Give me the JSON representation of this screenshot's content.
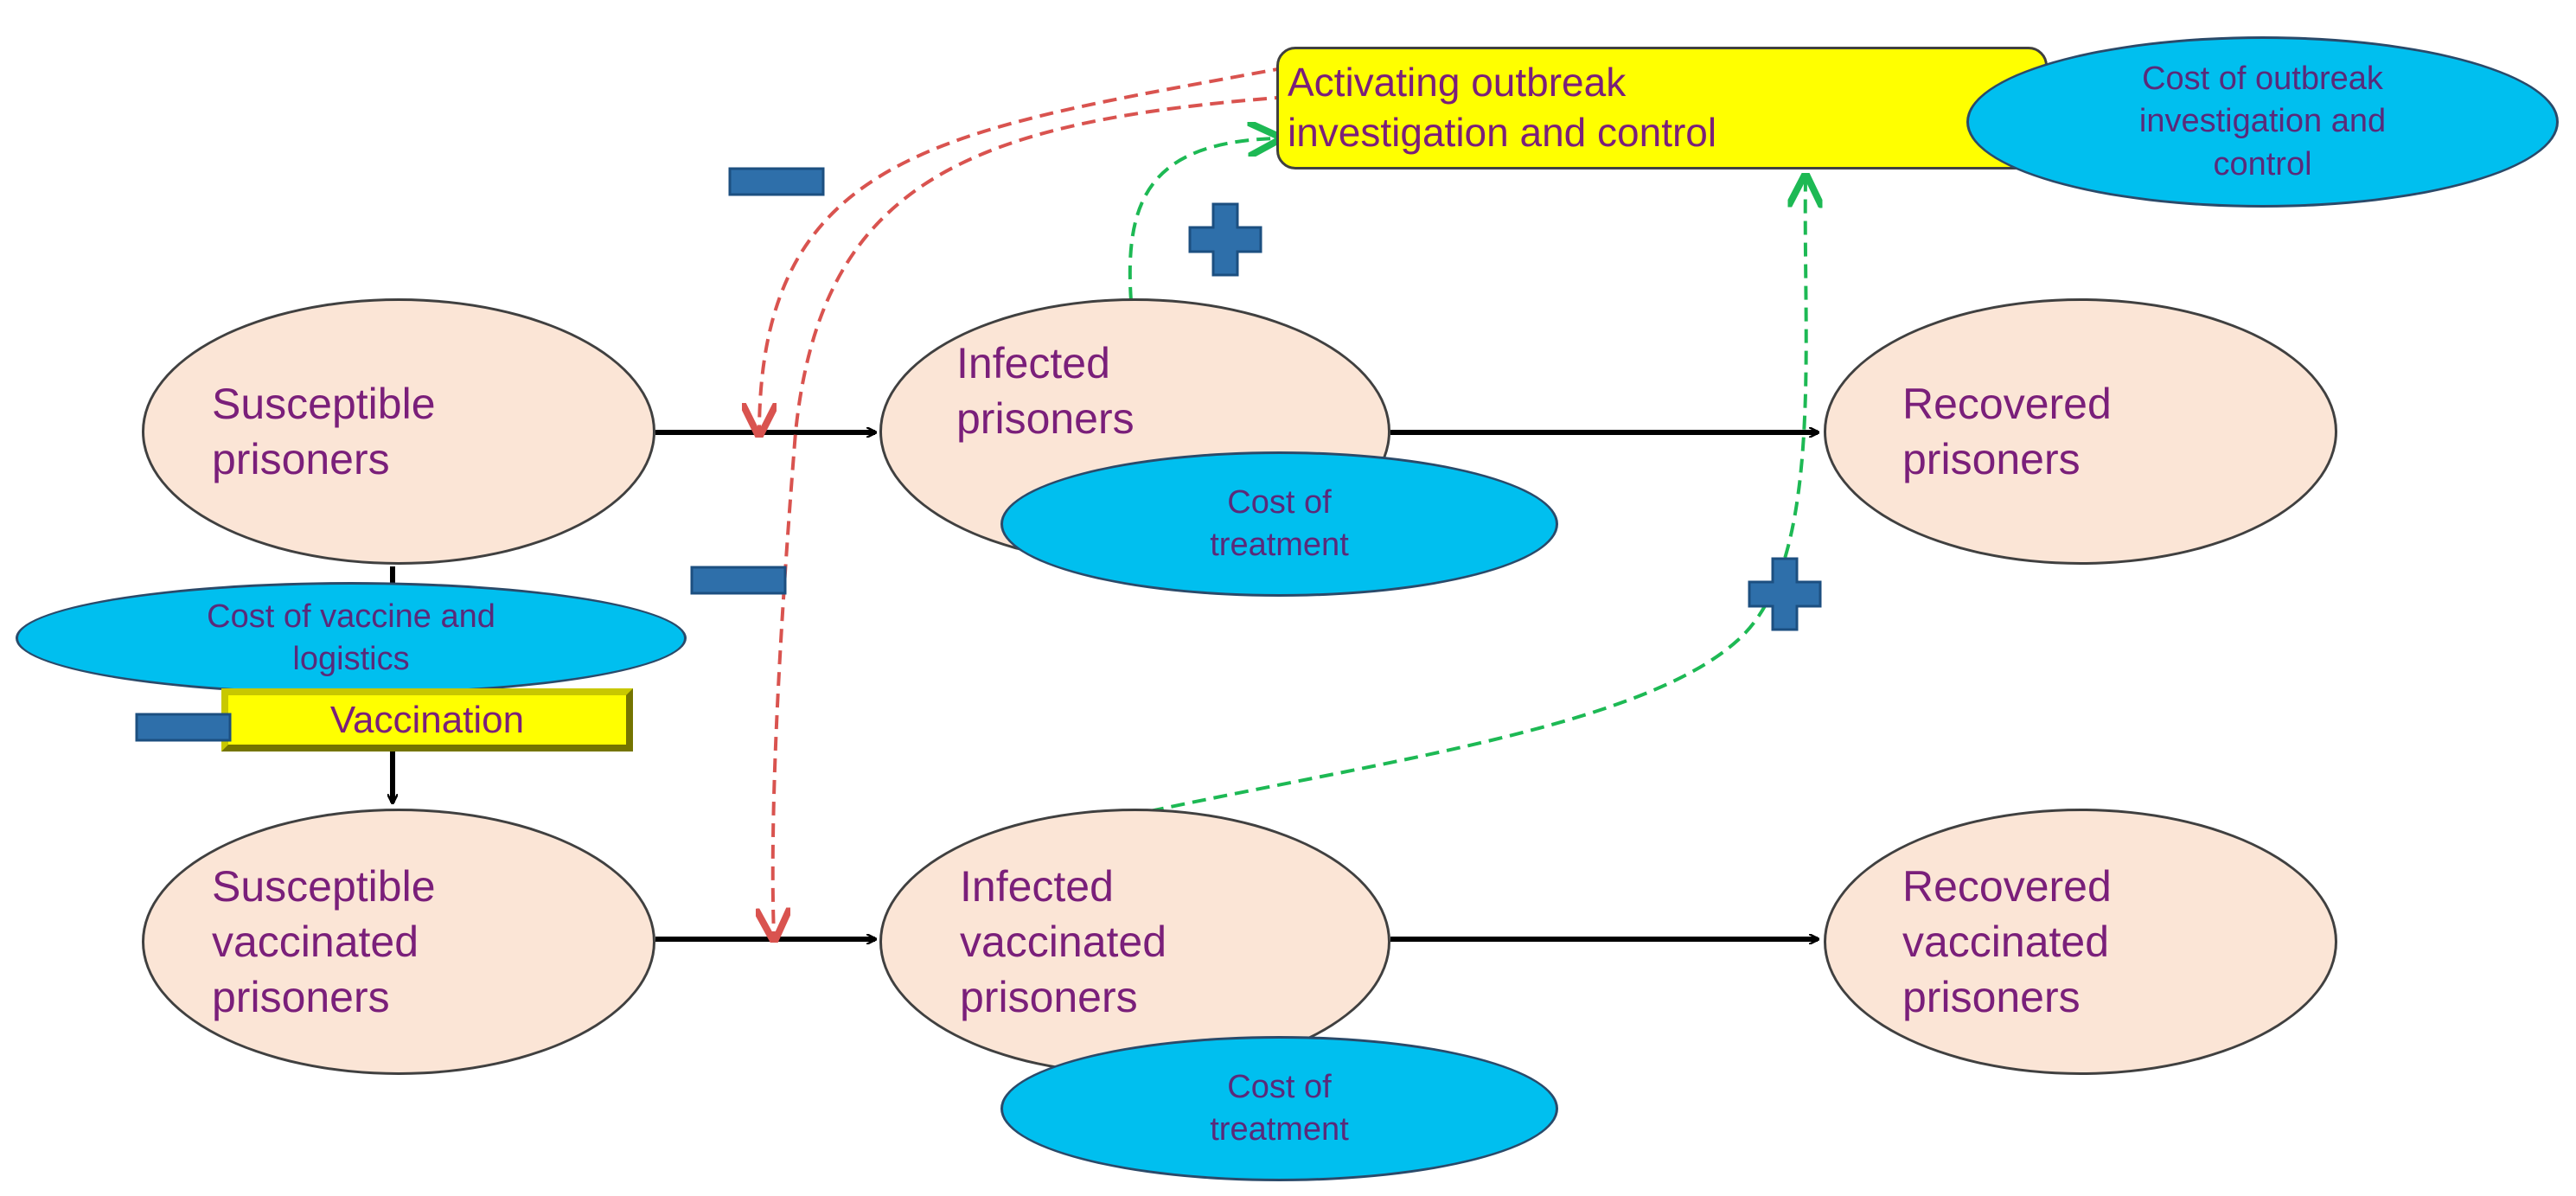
{
  "nodes": {
    "susceptible": {
      "line1": "Susceptible",
      "line2": "prisoners"
    },
    "infected": {
      "line1": "Infected",
      "line2": "prisoners"
    },
    "recovered": {
      "line1": "Recovered",
      "line2": "prisoners"
    },
    "susceptible_vaccinated": {
      "line1": "Susceptible",
      "line2": "vaccinated",
      "line3": "prisoners"
    },
    "infected_vaccinated": {
      "line1": "Infected",
      "line2": "vaccinated",
      "line3": "prisoners"
    },
    "recovered_vaccinated": {
      "line1": "Recovered",
      "line2": "vaccinated",
      "line3": "prisoners"
    }
  },
  "costs": {
    "outbreak": {
      "line1": "Cost of outbreak",
      "line2": "investigation and",
      "line3": "control"
    },
    "treatment_top": {
      "line1": "Cost of",
      "line2": "treatment"
    },
    "treatment_bottom": {
      "line1": "Cost of",
      "line2": "treatment"
    },
    "vaccine": {
      "line1": "Cost of vaccine and",
      "line2": "logistics"
    }
  },
  "boxes": {
    "outbreak_control": {
      "line1": "Activating outbreak",
      "line2": "investigation and control"
    },
    "vaccination": "Vaccination"
  },
  "colors": {
    "node_fill": "#fbe5d6",
    "cost_fill": "#00bfef",
    "box_fill": "#ffff00",
    "text_purple": "#7a1f7a",
    "negative_link": "#d9534f",
    "positive_link": "#1db954",
    "sign_fill": "#2e6faa"
  }
}
